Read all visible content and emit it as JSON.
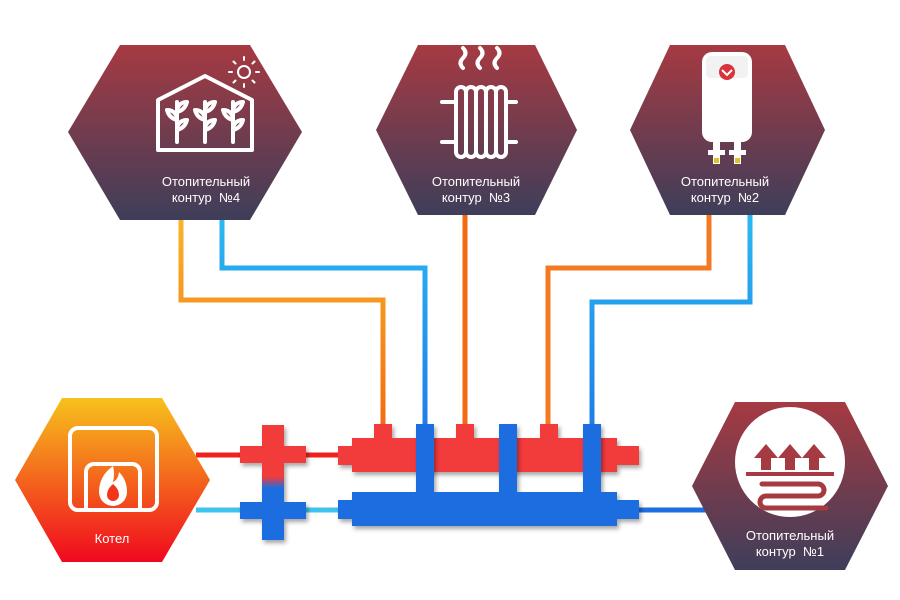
{
  "nodes": {
    "circuit4": {
      "line1": "Отопительный",
      "line2": "контур  №4",
      "icon": "greenhouse-icon"
    },
    "circuit3": {
      "line1": "Отопительный",
      "line2": "контур  №3",
      "icon": "radiator-icon"
    },
    "circuit2": {
      "line1": "Отопительный",
      "line2": "контур  №2",
      "icon": "water-heater-icon"
    },
    "circuit1": {
      "line1": "Отопительный",
      "line2": "контур  №1",
      "icon": "underfloor-heating-icon"
    },
    "boiler": {
      "label": "Котел",
      "icon": "boiler-icon"
    }
  },
  "colors": {
    "hex_dark_top": "#a63a42",
    "hex_dark_bottom": "#3e3e5a",
    "boiler_top": "#f7c21c",
    "boiler_bottom": "#f0081e",
    "supply": "#f23a3a",
    "return": "#1d6ee0",
    "warm_pipe": "#f8b52a",
    "cool_pipe": "#3ec3ee"
  }
}
